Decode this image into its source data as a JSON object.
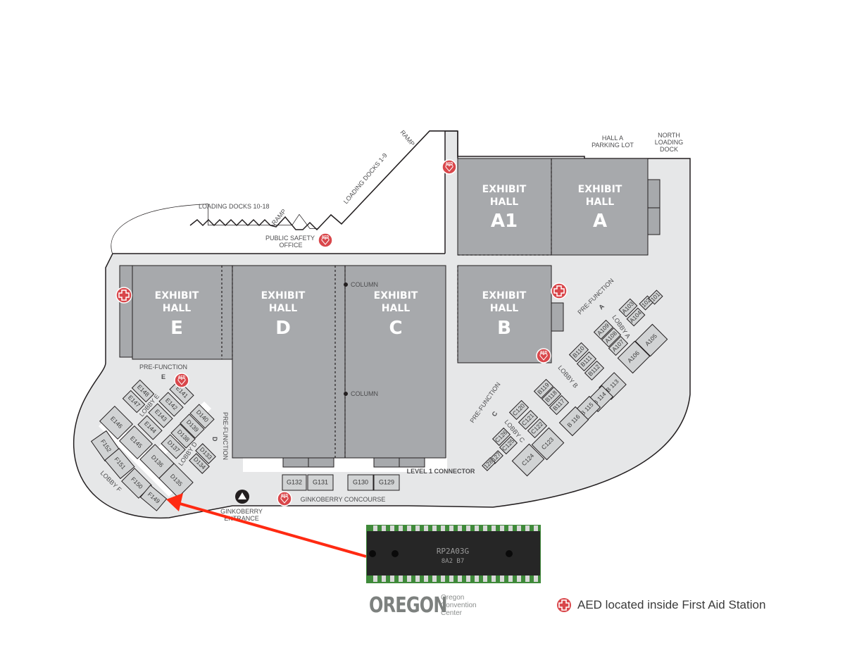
{
  "halls": {
    "a1": {
      "line1": "EXHIBIT",
      "line2": "HALL",
      "letter": "A1"
    },
    "a": {
      "line1": "EXHIBIT",
      "line2": "HALL",
      "letter": "A"
    },
    "b": {
      "line1": "EXHIBIT",
      "line2": "HALL",
      "letter": "B"
    },
    "c": {
      "line1": "EXHIBIT",
      "line2": "HALL",
      "letter": "C"
    },
    "d": {
      "line1": "EXHIBIT",
      "line2": "HALL",
      "letter": "D"
    },
    "e": {
      "line1": "EXHIBIT",
      "line2": "HALL",
      "letter": "E"
    }
  },
  "labels": {
    "parking_1": "HALL A",
    "parking_2": "PARKING LOT",
    "north_1": "NORTH",
    "north_2": "LOADING",
    "north_3": "DOCK",
    "ramp_top": "RAMP",
    "docks_1_9": "LOADING DOCKS 1-9",
    "docks_10_18": "LOADING DOCKS 10-18",
    "ramp_left": "RAMP",
    "safety_1": "PUBLIC SAFETY",
    "safety_2": "OFFICE",
    "column_1": "COLUMN",
    "column_2": "COLUMN",
    "prefunction_e": "PRE-FUNCTION",
    "prefunction_e_letter": "E",
    "prefunction_d": "PRE-FUNCTION",
    "prefunction_d_letter": "D",
    "prefunction_a": "PRE-FUNCTION",
    "prefunction_a_letter": "A",
    "prefunction_c": "PRE-FUNCTION",
    "prefunction_c_letter": "C",
    "lobby_a": "LOBBY A",
    "lobby_b": "LOBBY B",
    "lobby_c": "LOBBY C",
    "lobby_d": "LOBBY D",
    "lobby_e": "LOBBY E",
    "lobby_f": "LOBBY F",
    "concourse": "GINKOBERRY CONCOURSE",
    "entrance_1": "GINKOBERRY",
    "entrance_2": "ENTRANCE",
    "connector": "LEVEL 1 CONNECTOR"
  },
  "rooms": {
    "E148": "E148",
    "E147": "E147",
    "E141": "E141",
    "E142": "E142",
    "E143": "E143",
    "E144": "E144",
    "E146": "E146",
    "E145": "E145",
    "D140": "D140",
    "D139": "D139",
    "D138": "D138",
    "D137": "D137",
    "D133": "D133",
    "D134": "D134",
    "D136": "D136",
    "D135": "D135",
    "F152": "F152",
    "F151": "F151",
    "F150": "F150",
    "F149": "F149",
    "A103": "A103",
    "A104": "A104",
    "102": "102",
    "101": "101",
    "A109": "A109",
    "A108": "A108",
    "A107": "A107",
    "A106": "A106",
    "A105": "A105",
    "B110": "B110",
    "B111": "B111",
    "B112": "B112",
    "B113": "B 113",
    "B114": "B 114",
    "B115": "B 115",
    "B116": "B 116",
    "B119": "B119",
    "B118": "B118",
    "B117": "B117",
    "C120": "C120",
    "C121": "C121",
    "C122": "C122",
    "C123": "C123",
    "C124": "C124",
    "C126": "C126",
    "C125": "C125",
    "128": "128",
    "127": "127",
    "G132": "G132",
    "G131": "G131",
    "G130": "G130",
    "G129": "G129"
  },
  "aed_icon_text": "AED",
  "chip": {
    "line1": "RP2A03G",
    "line2": "8A2 B7"
  },
  "logo": {
    "word": "OREGON",
    "sub1": "Oregon",
    "sub2": "Convention",
    "sub3": "Center"
  },
  "legend": {
    "text": "AED located inside First Aid Station",
    "icon": "first-aid-cross-icon"
  },
  "colors": {
    "hall": "#a7a9ac",
    "floor": "#e6e7e8",
    "room": "#d1d3d4",
    "aed": "#d9474b",
    "arrow": "#ff2a12"
  }
}
